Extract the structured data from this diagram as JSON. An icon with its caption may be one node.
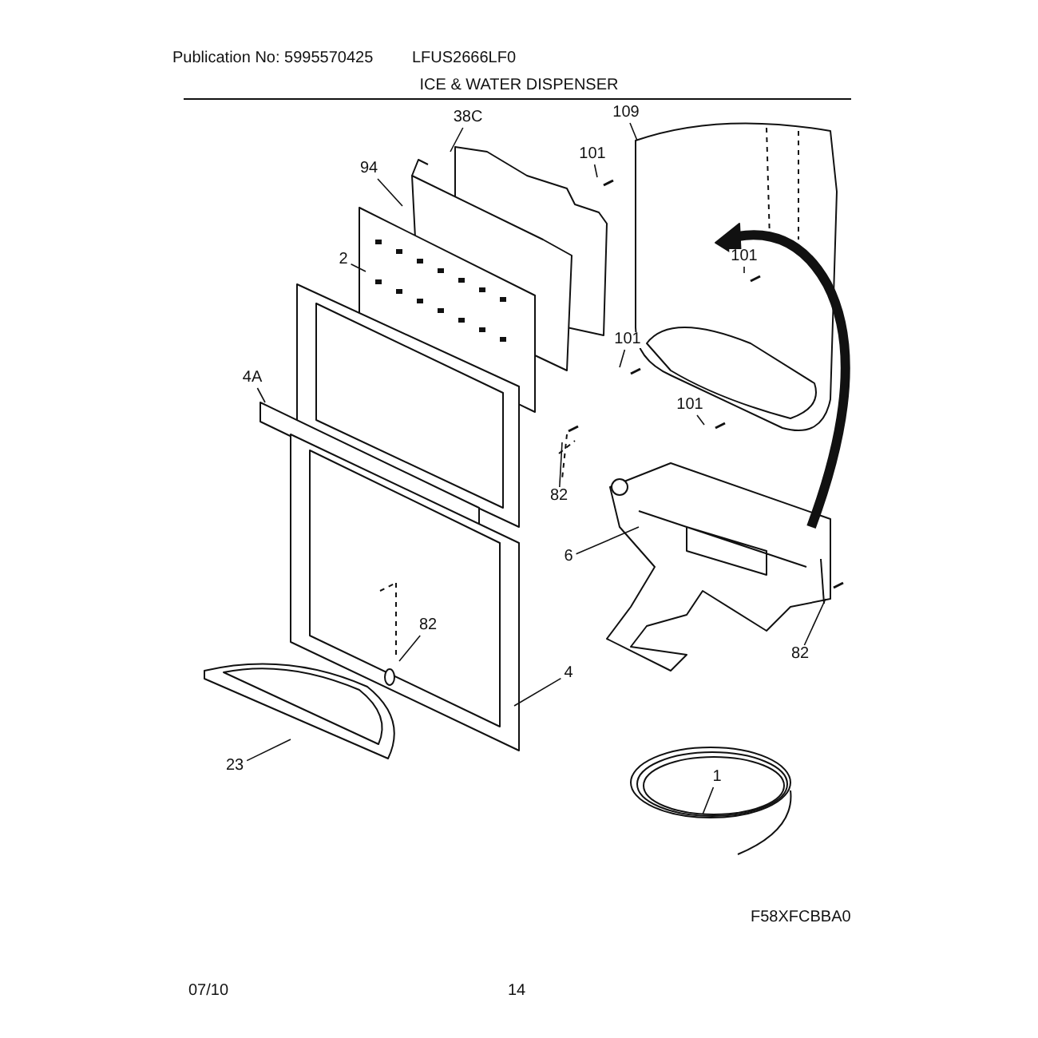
{
  "diagram": {
    "title": "ICE & WATER DISPENSER",
    "nodes": [
      {
        "text": [
          "38C"
        ]
      },
      {
        "text": [
          "109"
        ]
      },
      {
        "text": [
          "94"
        ]
      },
      {
        "text": [
          "101"
        ]
      },
      {
        "text": [
          "2"
        ]
      },
      {
        "text": [
          "101"
        ]
      },
      {
        "text": [
          "101"
        ]
      },
      {
        "text": [
          "4A"
        ]
      },
      {
        "text": [
          "101"
        ]
      },
      {
        "text": [
          "82"
        ]
      },
      {
        "text": [
          "6"
        ]
      },
      {
        "text": [
          "82"
        ]
      },
      {
        "text": [
          "82"
        ]
      },
      {
        "text": [
          "4"
        ]
      },
      {
        "text": [
          "23"
        ]
      },
      {
        "text": [
          "1"
        ]
      }
    ],
    "edges": [
      {
        "from": 0,
        "to": null,
        "arrow": "none"
      },
      {
        "from": 1,
        "to": null,
        "arrow": "none"
      },
      {
        "from": 2,
        "to": null,
        "arrow": "none"
      },
      {
        "from": 3,
        "to": null,
        "arrow": "none"
      },
      {
        "from": 4,
        "to": null,
        "arrow": "none"
      },
      {
        "from": 5,
        "to": null,
        "arrow": "none"
      },
      {
        "from": 6,
        "to": null,
        "arrow": "none"
      },
      {
        "from": 7,
        "to": null,
        "arrow": "none"
      },
      {
        "from": 8,
        "to": null,
        "arrow": "none"
      },
      {
        "from": 9,
        "to": null,
        "arrow": "none"
      },
      {
        "from": 10,
        "to": null,
        "arrow": "none"
      },
      {
        "from": 11,
        "to": null,
        "arrow": "none"
      },
      {
        "from": 12,
        "to": null,
        "arrow": "none"
      },
      {
        "from": 13,
        "to": null,
        "arrow": "none"
      },
      {
        "from": 14,
        "to": null,
        "arrow": "none"
      },
      {
        "from": 15,
        "to": null,
        "arrow": "none"
      }
    ],
    "labels": [
      "Publication No: 5995570425",
      "LFUS2666LF0",
      "F58XFCBBA0",
      "07/10",
      "14"
    ]
  }
}
